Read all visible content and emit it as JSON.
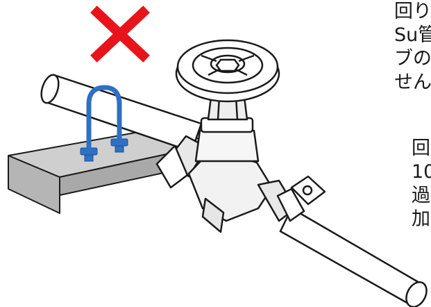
{
  "image": {
    "text_block_top": [
      "回り",
      "Su管",
      "ブの",
      "せん"
    ],
    "text_block_bottom": [
      "回",
      "10",
      "過",
      "加"
    ],
    "marks": {
      "cross_icon": "red-x-icon",
      "clamp_icon": "u-bolt-clamp-icon",
      "valve_icon": "gate-valve-icon"
    },
    "colors": {
      "cross": "#e8141b",
      "clamp": "#2f6fc4",
      "support": "#b3b3b3",
      "outline": "#1a1a1a"
    }
  }
}
